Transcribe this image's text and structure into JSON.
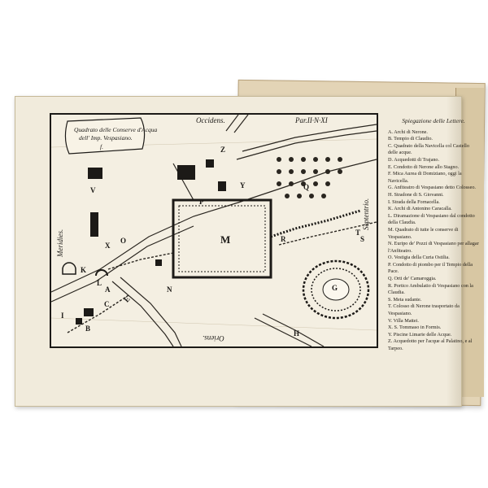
{
  "map": {
    "cartouche_line1": "Quadrato delle Conserve d'Acqua",
    "cartouche_line2": "dell' Imp. Vespasiano.",
    "cartouche_mark": "f.",
    "label_top": "Occidens.",
    "label_top_right": "Par.II·N·XI",
    "label_left": "Meridies.",
    "label_bottom": "Oriens.",
    "label_right": "Septentrio.",
    "letters": {
      "A": "A",
      "B": "B",
      "C": "C",
      "E": "E",
      "G": "G",
      "H": "H",
      "I": "I",
      "K": "K",
      "L": "L",
      "M": "M",
      "N": "N",
      "O": "O",
      "P": "P",
      "Q": "Q",
      "R": "R",
      "S": "S",
      "T": "T",
      "V": "V",
      "X": "X",
      "Y": "Y",
      "Z": "Z"
    }
  },
  "legend": {
    "title": "Spiegazione delle Lettere.",
    "items": [
      "A. Archi di Nerone.",
      "B. Tempio di Claudio.",
      "C. Quadrato della Navicella col Castello delle acque.",
      "D. Acquedotti di Trajano.",
      "E. Condotto di Nerone allo Stagno.",
      "F. Mica Aurea di Domiziano, oggi la Navicella.",
      "G. Anfiteatro di Vespasiano detto Colosseo.",
      "H. Stradone di S. Giovanni.",
      "I. Strada della Fornacella.",
      "K. Archi di Antonino Caracalla.",
      "L. Diramazione di Vespasiano dal condotto della Claudia.",
      "M. Quadrato di tutte le conserve di Vespasiano.",
      "N. Euripo de' Pozzi di Vespasiano per allagar l'Anfiteatro.",
      "O. Vestigia della Curia Ostilia.",
      "P. Condotto di piombo per il Tempio della Pace.",
      "Q. Orti de' Camaroggia.",
      "R. Portico Ambulatio di Vespasiano con la Claudia.",
      "S. Meta sudante.",
      "T. Colosso di Nerone trasportato da Vespasiano.",
      "V. Villa Mattei.",
      "X. S. Tommaso in Formis.",
      "Y. Piscine Limarie delle Acque.",
      "Z. Acquedotto per l'acque al Palatino, e al Tarpeo."
    ]
  }
}
